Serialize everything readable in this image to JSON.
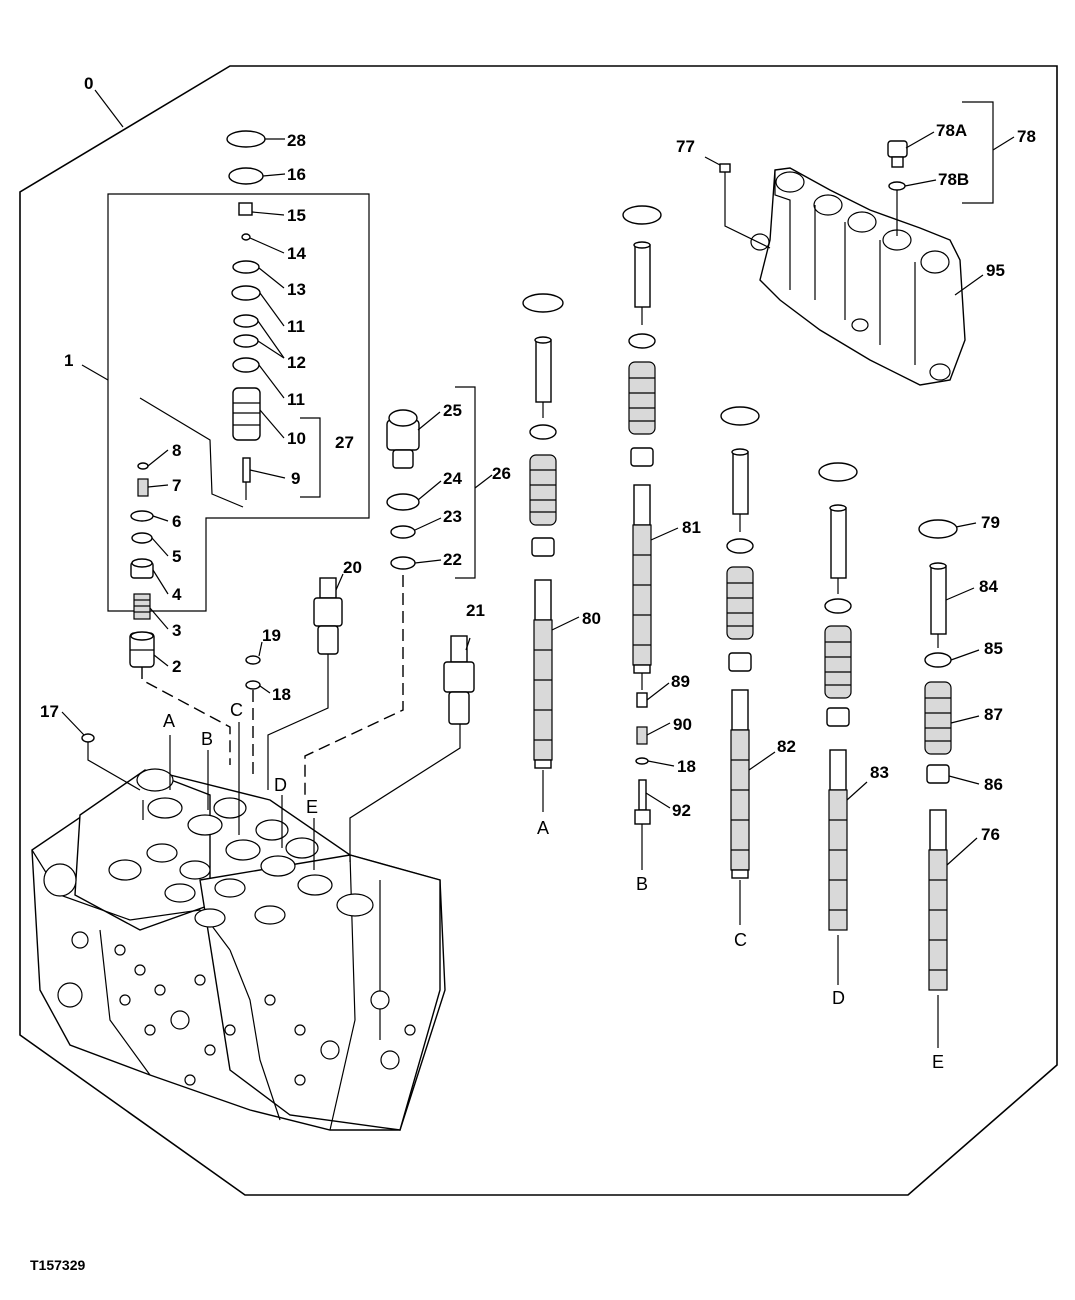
{
  "figure_id": "T157329",
  "labels": {
    "l0": "0",
    "l1": "1",
    "l2": "2",
    "l3": "3",
    "l4": "4",
    "l5": "5",
    "l6": "6",
    "l7": "7",
    "l8": "8",
    "l9": "9",
    "l10": "10",
    "l11a": "11",
    "l11b": "11",
    "l12": "12",
    "l13": "13",
    "l14": "14",
    "l15": "15",
    "l16": "16",
    "l17": "17",
    "l18a": "18",
    "l18b": "18",
    "l19": "19",
    "l20": "20",
    "l21": "21",
    "l22": "22",
    "l23": "23",
    "l24": "24",
    "l25": "25",
    "l26": "26",
    "l27": "27",
    "l28": "28",
    "l76": "76",
    "l77": "77",
    "l78": "78",
    "l78a": "78A",
    "l78b": "78B",
    "l79": "79",
    "l80": "80",
    "l81": "81",
    "l82": "82",
    "l83": "83",
    "l84": "84",
    "l85": "85",
    "l86": "86",
    "l87": "87",
    "l89": "89",
    "l90": "90",
    "l92": "92",
    "l95": "95"
  },
  "connectors": {
    "a_top": "A",
    "b_top": "B",
    "c_top": "C",
    "d_top": "D",
    "e_top": "E",
    "a_bot": "A",
    "b_bot": "B",
    "c_bot": "C",
    "d_bot": "D",
    "e_bot": "E"
  }
}
